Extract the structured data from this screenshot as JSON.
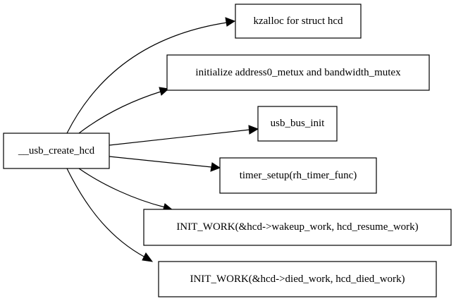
{
  "diagram": {
    "source": {
      "label": "__usb_create_hcd"
    },
    "targets": [
      {
        "label": "kzalloc for struct hcd"
      },
      {
        "label": "initialize address0_metux and bandwidth_mutex"
      },
      {
        "label": "usb_bus_init"
      },
      {
        "label": "timer_setup(rh_timer_func)"
      },
      {
        "label": "INIT_WORK(&hcd->wakeup_work, hcd_resume_work)"
      },
      {
        "label": "INIT_WORK(&hcd->died_work, hcd_died_work)"
      }
    ]
  }
}
